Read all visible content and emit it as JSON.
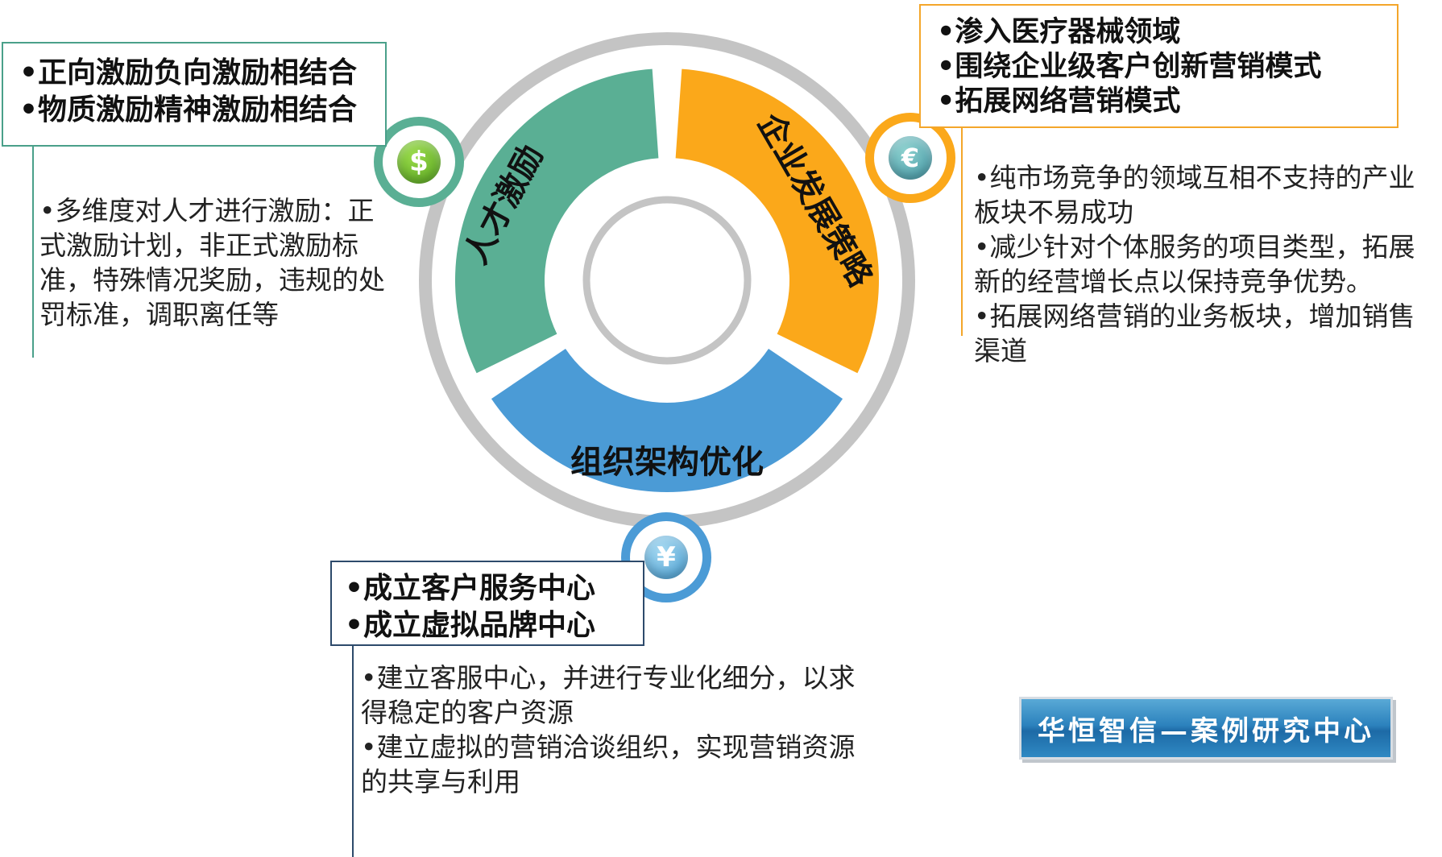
{
  "colors": {
    "green": "#5aaf94",
    "orange": "#fba81a",
    "blue": "#4b9bd6",
    "ring_gray": "#c4c4c4",
    "green_border": "#4aa08a",
    "orange_border": "#f4a62a",
    "navy_border": "#2d4a6b"
  },
  "segments": {
    "talent": "人才激励",
    "strategy": "企业发展策略",
    "organization": "组织架构优化"
  },
  "icons": {
    "dollar": "$",
    "euro": "€",
    "yen": "¥"
  },
  "talent_box": {
    "lines": [
      "•正向激励负向激励相结合",
      "•物质激励精神激励相结合"
    ],
    "desc": [
      "•多维度对人才进行激励：正式激励计划，非正式激励标准，特殊情况奖励，违规的处罚标准，调职离任等"
    ]
  },
  "strategy_box": {
    "lines": [
      "•渗入医疗器械领域",
      "•围绕企业级客户创新营销模式",
      "•拓展网络营销模式"
    ],
    "desc": [
      "•纯市场竞争的领域互相不支持的产业板块不易成功",
      "•减少针对个体服务的项目类型，拓展新的经营增长点以保持竞争优势。",
      "•拓展网络营销的业务板块，增加销售渠道"
    ]
  },
  "org_box": {
    "lines": [
      "•成立客户服务中心",
      "•成立虚拟品牌中心"
    ],
    "desc": [
      "•建立客服中心，并进行专业化细分，以求得稳定的客户资源",
      "•建立虚拟的营销洽谈组织，实现营销资源的共享与利用"
    ]
  },
  "brand": "华恒智信—案例研究中心"
}
